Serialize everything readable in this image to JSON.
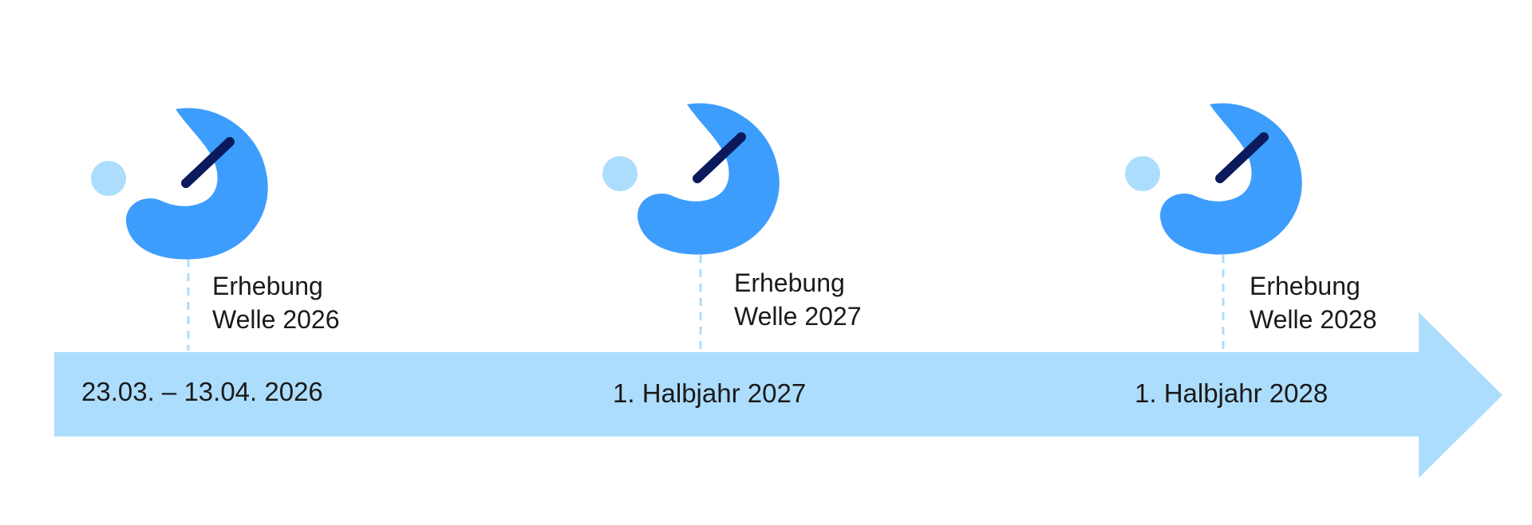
{
  "colors": {
    "arrow": "#ADDDFC",
    "icon_body": "#3D9DFC",
    "icon_dot": "#ADDDFC",
    "needle": "#0A1A5C",
    "connector": "#ADDDFC",
    "text": "#1a1a1a"
  },
  "timeline": {
    "milestones": [
      {
        "title_line1": "Erhebung",
        "title_line2": "Welle 2026",
        "date": "23.03. – 13.04. 2026",
        "icon": "gauge-icon"
      },
      {
        "title_line1": "Erhebung",
        "title_line2": "Welle 2027",
        "date": "1. Halbjahr 2027",
        "icon": "gauge-icon"
      },
      {
        "title_line1": "Erhebung",
        "title_line2": "Welle 2028",
        "date": "1. Halbjahr 2028",
        "icon": "gauge-icon"
      }
    ]
  }
}
